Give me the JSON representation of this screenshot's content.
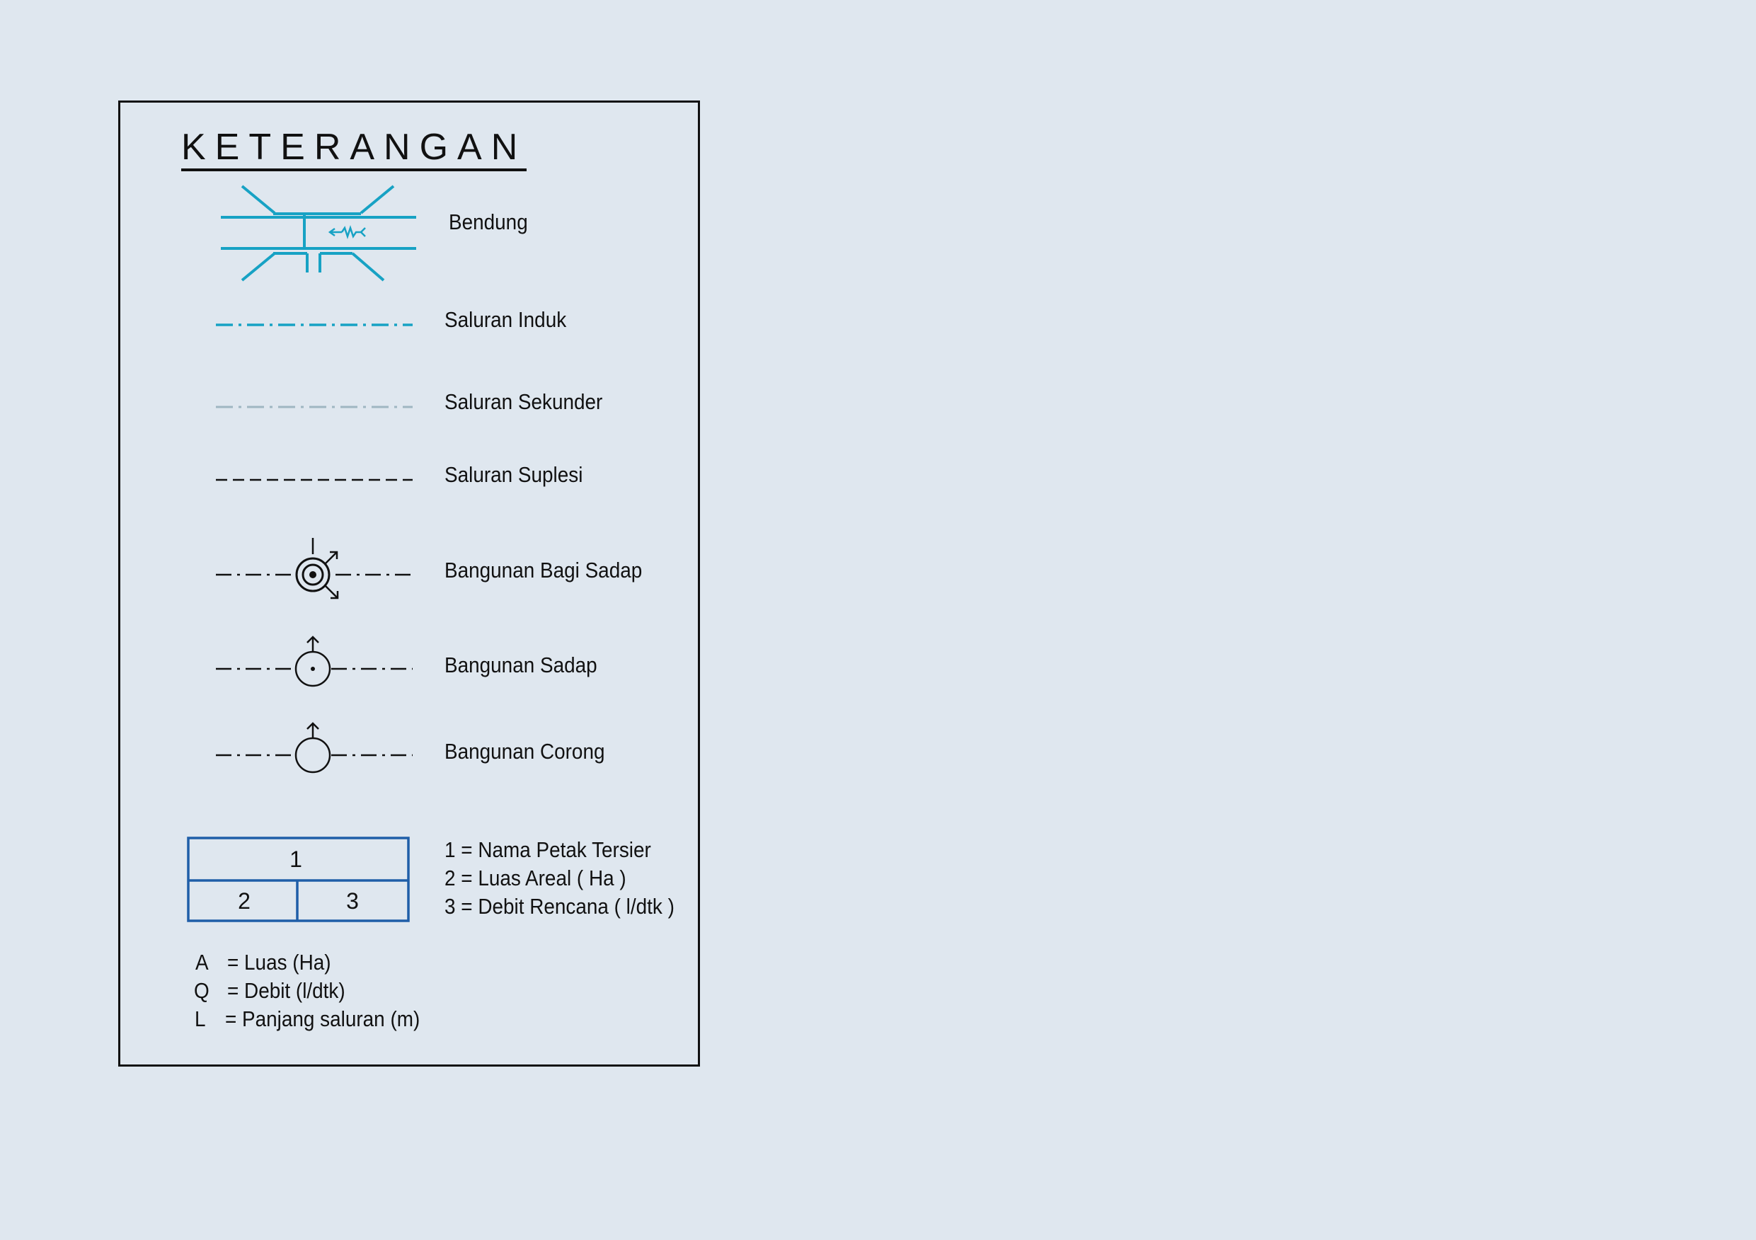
{
  "legend": {
    "title": "KETERANGAN",
    "items": [
      {
        "label": "Bendung",
        "icon": "weir-icon"
      },
      {
        "label": "Saluran Induk",
        "icon": "main-canal-line"
      },
      {
        "label": "Saluran Sekunder",
        "icon": "secondary-canal-line"
      },
      {
        "label": "Saluran Suplesi",
        "icon": "supply-canal-line"
      },
      {
        "label": "Bangunan Bagi Sadap",
        "icon": "division-offtake-structure-icon"
      },
      {
        "label": "Bangunan Sadap",
        "icon": "offtake-structure-icon"
      },
      {
        "label": "Bangunan Corong",
        "icon": "funnel-structure-icon"
      }
    ],
    "petak_box": {
      "cells": [
        "1",
        "2",
        "3"
      ],
      "definitions": [
        "1 = Nama Petak Tersier",
        "2 = Luas Areal ( Ha )",
        "3 = Debit Rencana ( l/dtk )"
      ]
    },
    "abbreviations": [
      {
        "symbol": "A",
        "meaning": "= Luas (Ha)"
      },
      {
        "symbol": "Q",
        "meaning": "= Debit (l/dtk)"
      },
      {
        "symbol": "L",
        "meaning": "= Panjang saluran (m)"
      }
    ],
    "colors": {
      "background": "#dfe7ef",
      "ink": "#111111",
      "main_canal": "#17a2c4",
      "secondary_canal": "#9fb6c2",
      "petak_box": "#1f5ea8"
    }
  }
}
